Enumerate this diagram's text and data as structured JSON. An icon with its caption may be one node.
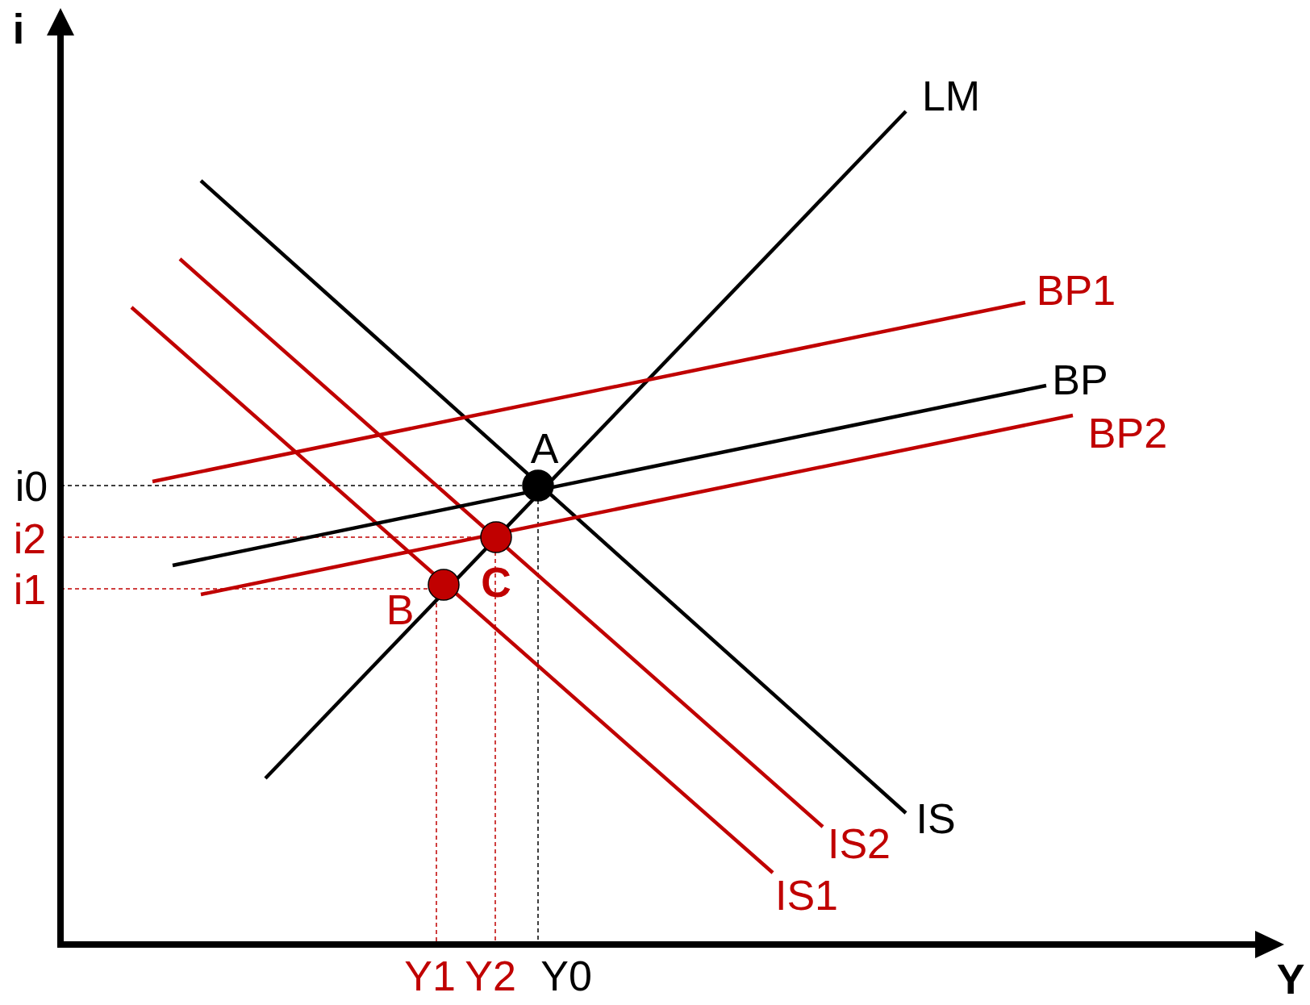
{
  "diagram": {
    "labels": [
      "i",
      "LM",
      "BP1",
      "BP",
      "BP2",
      "A",
      "i0",
      "i2",
      "i1",
      "C",
      "B",
      "IS",
      "IS2",
      "IS1",
      "Y1",
      "Y2",
      "Y0",
      "Y"
    ]
  }
}
